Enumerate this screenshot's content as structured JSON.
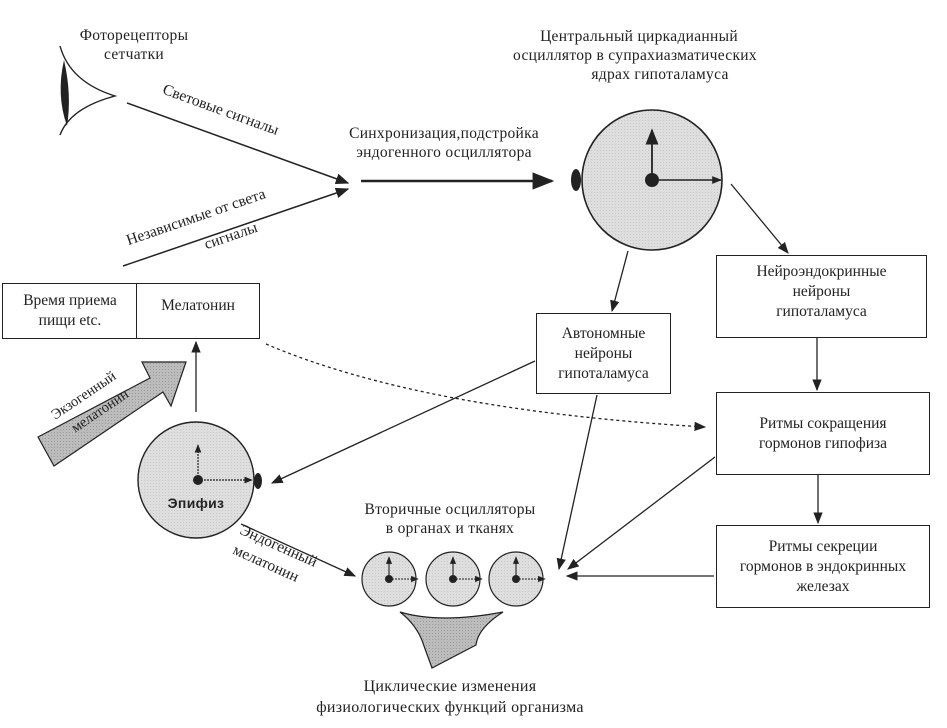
{
  "diagram": {
    "nodes": {
      "photoreceptors": [
        "Фоторецепторы",
        "сетчатки"
      ],
      "central_oscillator": [
        "Центральный циркадианный",
        "осциллятор в супрахиазматических",
        "ядрах гипоталамуса"
      ],
      "synchronization": [
        "Синхронизация,подстройка",
        "эндогенного осциллятора"
      ],
      "neuroendocrine": [
        "Нейроэндокринные",
        "нейроны",
        "гипоталамуса"
      ],
      "autonomous": [
        "Автономные",
        "нейроны",
        "гипоталамуса"
      ],
      "meal_time": [
        "Время приема",
        "пищи etc."
      ],
      "melatonin": "Мелатонин",
      "pituitary_rhythms": [
        "Ритмы сокращения",
        "гормонов гипофиза"
      ],
      "endocrine_rhythms": [
        "Ритмы секреции",
        "гормонов в эндокринных",
        "железах"
      ],
      "epiphysis": "Эпифиз",
      "secondary_oscillators": [
        "Вторичные осцилляторы",
        "в органах и тканях"
      ],
      "outcome": [
        "Циклические изменения",
        "физиологических функций организма"
      ]
    },
    "edge_labels": {
      "light_signals": "Световые сигналы",
      "non_light_signals_1": "Независимые от света",
      "non_light_signals_2": "сигналы",
      "exogenous_melatonin_1": "Экзогенный",
      "exogenous_melatonin_2": "мелатонин",
      "endogenous_melatonin_1": "Эндогенный",
      "endogenous_melatonin_2": "мелатонин"
    },
    "icons": {
      "eye": "eye-icon",
      "clock": "clock-oscillator-icon"
    },
    "colors": {
      "stroke": "#222222",
      "oscillator_fill": "#dcdcdc",
      "big_arrow_fill": "#b8b8b8"
    }
  }
}
